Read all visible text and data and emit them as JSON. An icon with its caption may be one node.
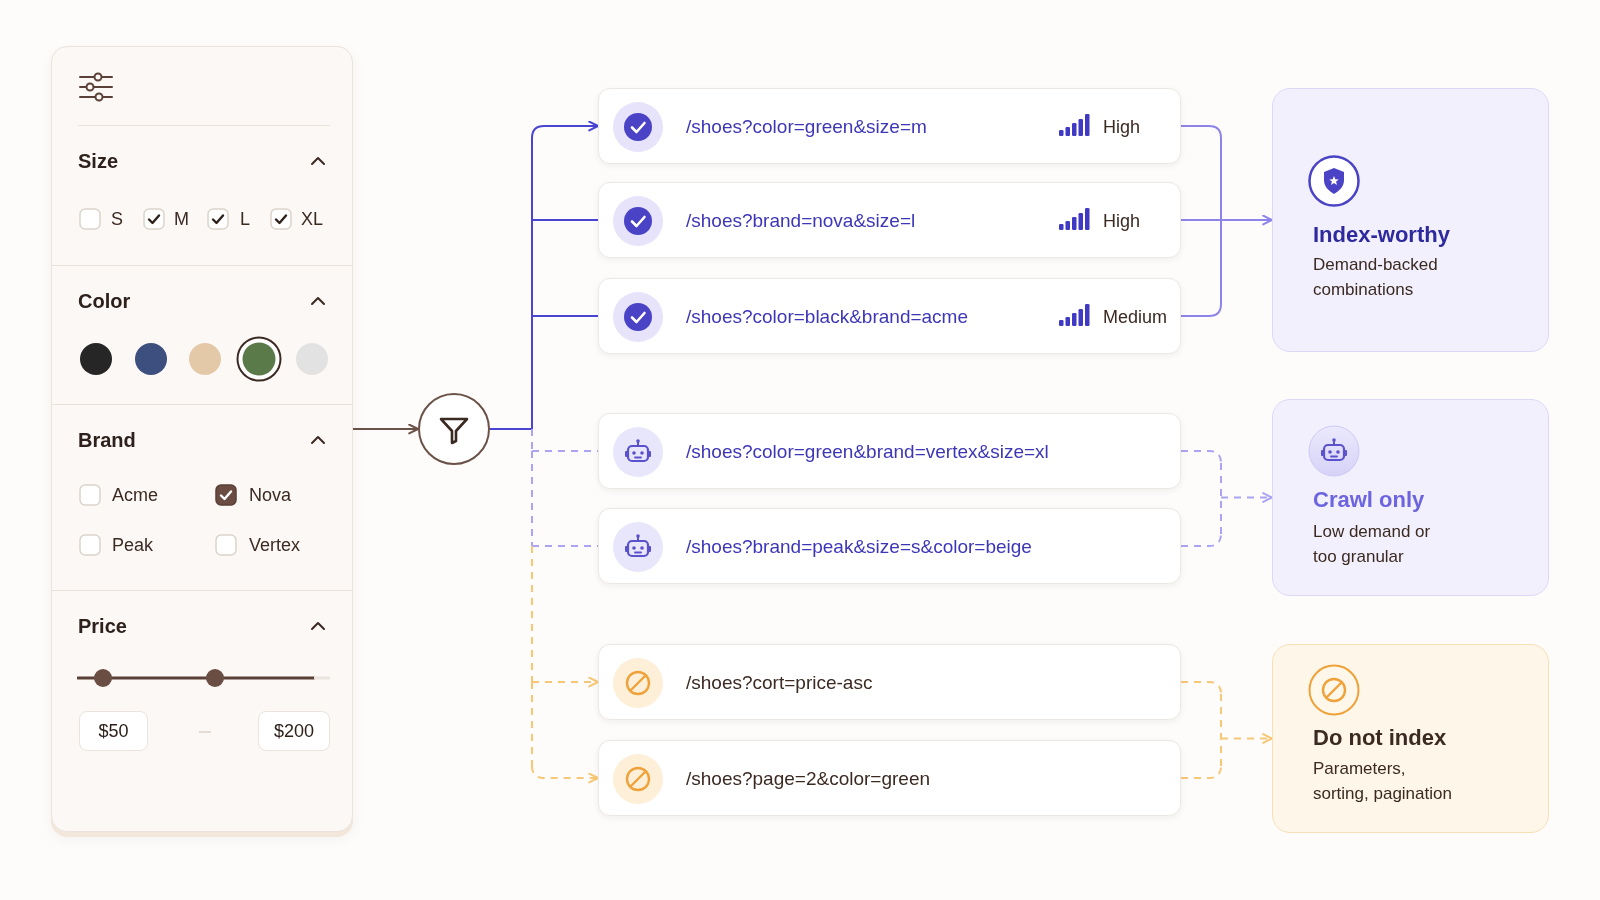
{
  "diagram": {
    "nodes": [
      {
        "text": [
          "Size",
          "S",
          "M",
          "L",
          "XL",
          "Color",
          "Brand",
          "Acme",
          "Nova",
          "Peak",
          "Vertex",
          "Price",
          "$50",
          "$200"
        ]
      },
      {
        "text": [],
        "shape": "circle"
      },
      {
        "text": [
          "/shoes?color=green&size=m",
          "High"
        ]
      },
      {
        "text": [
          "/shoes?brand=nova&size=l",
          "High"
        ]
      },
      {
        "text": [
          "/shoes?color=black&brand=acme",
          "Medium"
        ]
      },
      {
        "text": [
          "/shoes?color=green&brand=vertex&size=xl"
        ]
      },
      {
        "text": [
          "/shoes?brand=peak&size=s&color=beige"
        ]
      },
      {
        "text": [
          "/shoes?cort=price-asc"
        ]
      },
      {
        "text": [
          "/shoes?page=2&color=green"
        ]
      },
      {
        "text": [
          "Index-worthy",
          "Demand-backed combinations"
        ]
      },
      {
        "text": [
          "Crawl only",
          "Low demand or too granular"
        ]
      },
      {
        "text": [
          "Do not index",
          "Parameters, sorting, pagination"
        ]
      }
    ],
    "edges": [
      {
        "from": 0,
        "to": 1,
        "arrow": "to",
        "color": "#6b5248"
      },
      {
        "from": 1,
        "to": 2,
        "arrow": "to",
        "color": "#4a45d0"
      },
      {
        "from": 1,
        "to": 3,
        "arrow": "none",
        "color": "#4a45d0"
      },
      {
        "from": 1,
        "to": 4,
        "arrow": "none",
        "color": "#4a45d0"
      },
      {
        "from": 1,
        "to": 5,
        "arrow": "none",
        "style": "dashed",
        "color": "#aaa4f2"
      },
      {
        "from": 1,
        "to": 6,
        "arrow": "none",
        "style": "dashed",
        "color": "#aaa4f2"
      },
      {
        "from": 1,
        "to": 7,
        "arrow": "to",
        "style": "dashed",
        "color": "#f6c774"
      },
      {
        "from": 1,
        "to": 8,
        "arrow": "to",
        "style": "dashed",
        "color": "#f6c774"
      },
      {
        "from": 2,
        "to": 9,
        "arrow": "to",
        "color": "#8d84ea"
      },
      {
        "from": 3,
        "to": 9,
        "arrow": "to",
        "color": "#8d84ea"
      },
      {
        "from": 4,
        "to": 9,
        "arrow": "to",
        "color": "#8d84ea"
      },
      {
        "from": 5,
        "to": 10,
        "arrow": "to",
        "style": "dashed",
        "color": "#aaa4f2"
      },
      {
        "from": 6,
        "to": 10,
        "arrow": "to",
        "style": "dashed",
        "color": "#aaa4f2"
      },
      {
        "from": 7,
        "to": 11,
        "arrow": "to",
        "style": "dashed",
        "color": "#f6c774"
      },
      {
        "from": 8,
        "to": 11,
        "arrow": "to",
        "style": "dashed",
        "color": "#f6c774"
      }
    ]
  }
}
